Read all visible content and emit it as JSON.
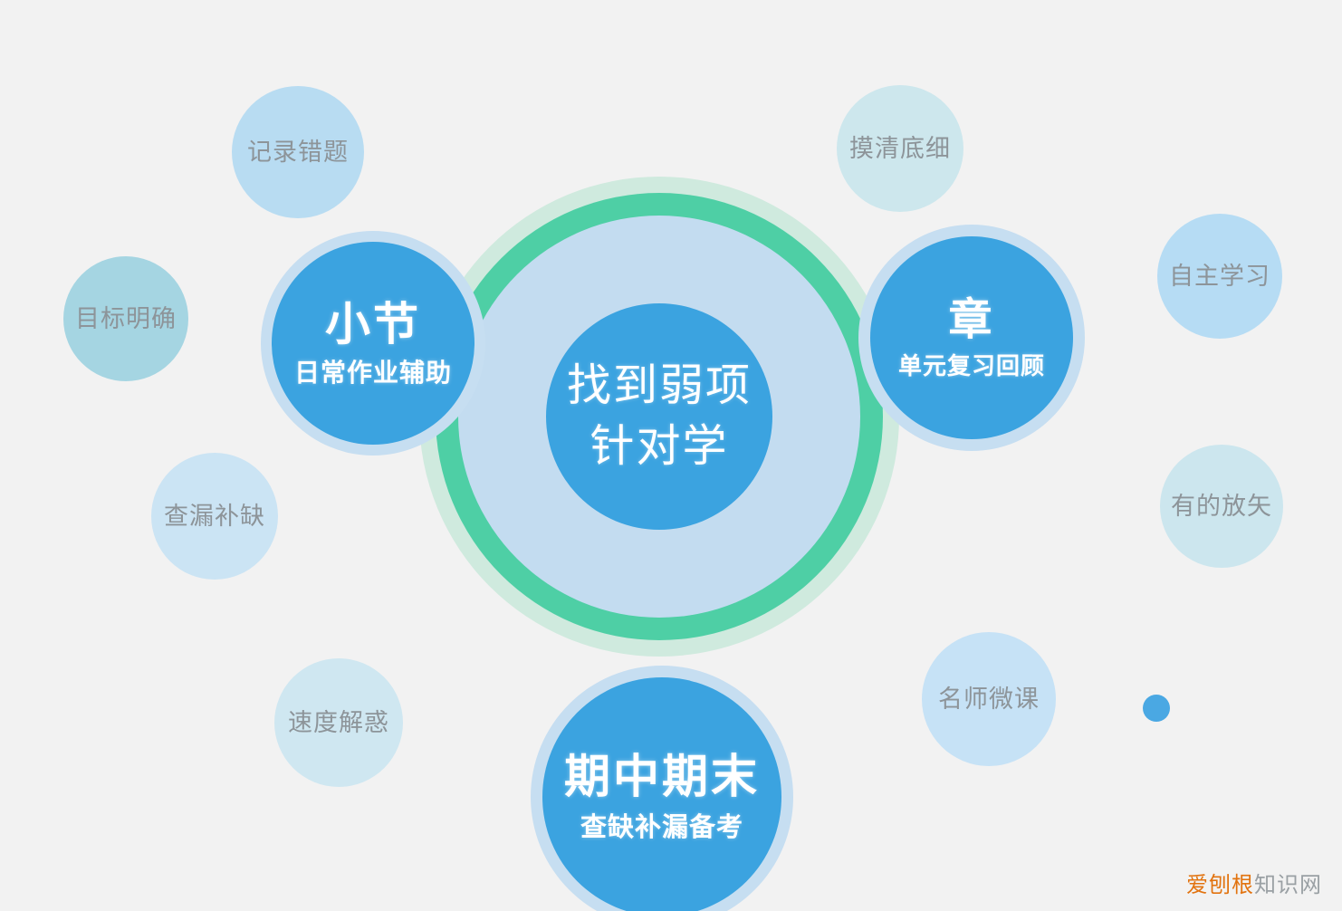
{
  "background_color": "#f2f2f2",
  "hub": {
    "halo_color": "#cfeade",
    "ring_color": "#4ecfa5",
    "inner_disc_color": "#c3dcf0",
    "core_color": "#3ba3e0",
    "core_line1": "找到弱项",
    "core_line2": "针对学"
  },
  "nodes": [
    {
      "key": "left",
      "title": "小节",
      "subtitle": "日常作业辅助",
      "color": "#3ba3e0",
      "halo_color": "#c6def1"
    },
    {
      "key": "right",
      "title": "章",
      "subtitle": "单元复习回顾",
      "color": "#3ba3e0",
      "halo_color": "#c6def1"
    },
    {
      "key": "bottom",
      "title": "期中期末",
      "subtitle": "查缺补漏备考",
      "color": "#3ba3e0",
      "halo_color": "#c6def1"
    }
  ],
  "bubbles": [
    {
      "key": "jilucuoti",
      "label": "记录错题",
      "color": "#b8dcf2"
    },
    {
      "key": "mubiaomingque",
      "label": "目标明确",
      "color": "#a5d5e2"
    },
    {
      "key": "chalaobuque",
      "label": "查漏补缺",
      "color": "#cbe4f4"
    },
    {
      "key": "sudujiehuo",
      "label": "速度解惑",
      "color": "#cfe7f1"
    },
    {
      "key": "moqingdixi",
      "label": "摸清底细",
      "color": "#cde7ed"
    },
    {
      "key": "zizhuxuexi",
      "label": "自主学习",
      "color": "#b6dcf4"
    },
    {
      "key": "youdefangshi",
      "label": "有的放矢",
      "color": "#cce6ee"
    },
    {
      "key": "mingshiweike",
      "label": "名师微课",
      "color": "#c6e2f6"
    }
  ],
  "accent_dot": {
    "key": "accent-dot",
    "color": "#4aa8e3"
  },
  "watermark": {
    "brand": "爱刨根",
    "suffix": "知识网",
    "brand_color": "#e2730f",
    "suffix_color": "#9aa0a4"
  }
}
